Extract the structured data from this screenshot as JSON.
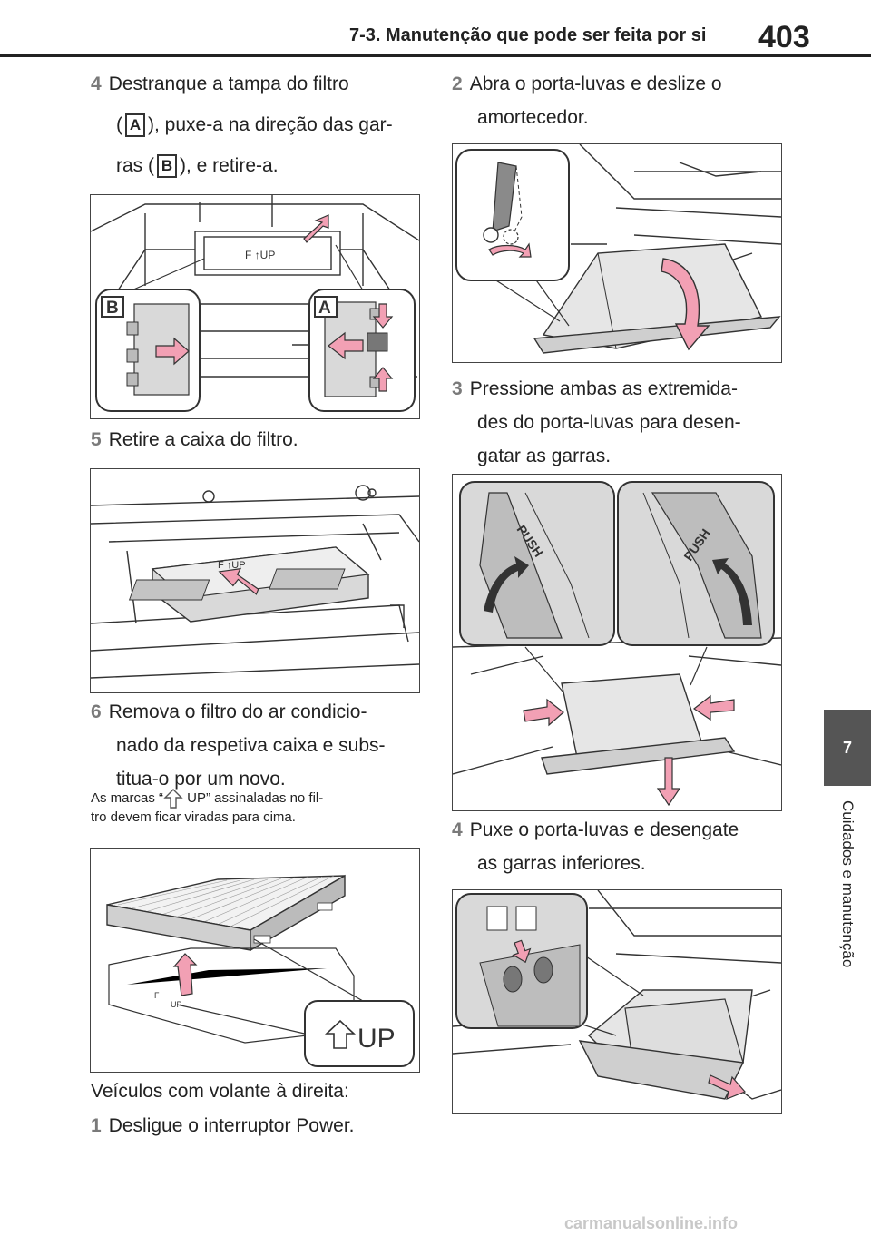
{
  "header": {
    "title": "7-3. Manutenção que pode ser feita por si",
    "page_number": "403"
  },
  "side_tab": {
    "chapter": "7",
    "label": "Cuidados e manutenção"
  },
  "left_column": {
    "step4": {
      "number": "4",
      "text_a": "Destranque a tampa do filtro",
      "text_b": "), puxe-a na direção das gar-",
      "text_c": "ras (",
      "text_d": "), e retire-a.",
      "badge_a": "A",
      "badge_b": "B"
    },
    "fig1": {
      "label_b": "B",
      "label_a": "A",
      "filter_text": "F ↑UP"
    },
    "step5": {
      "number": "5",
      "text": "Retire a caixa do filtro."
    },
    "fig2": {
      "filter_text": "F ↑UP"
    },
    "step6": {
      "number": "6",
      "text_a": "Remova o filtro do ar condicio-",
      "text_b": "nado da respetiva caixa e subs-",
      "text_c": "titua-o por um novo."
    },
    "note": {
      "text_a": "As marcas “",
      "text_b": " UP” assinaladas no fil-",
      "text_c": "tro devem ficar viradas para cima."
    },
    "fig3": {
      "up_label": "UP",
      "small_f": "F",
      "small_up": "UP"
    },
    "rhd_heading": "Veículos com volante à direita:",
    "step1": {
      "number": "1",
      "text": "Desligue o interruptor Power."
    }
  },
  "right_column": {
    "step2": {
      "number": "2",
      "text_a": "Abra o porta-luvas e deslize o",
      "text_b": "amortecedor."
    },
    "step3": {
      "number": "3",
      "text_a": "Pressione ambas as extremida-",
      "text_b": "des do porta-luvas para desen-",
      "text_c": "gatar as garras."
    },
    "fig5": {
      "push_left": "PUSH",
      "push_right": "PUSH"
    },
    "step4": {
      "number": "4",
      "text_a": "Puxe o porta-luvas e desengate",
      "text_b": "as garras inferiores."
    }
  },
  "footer": {
    "watermark": "carmanualsonline.info"
  },
  "colors": {
    "arrow_pink": "#f2a0b4",
    "arrow_outline": "#333333",
    "step_number_gray": "#7a7a7a",
    "tab_gray": "#555555",
    "part_gray": "#d9d9d9"
  }
}
